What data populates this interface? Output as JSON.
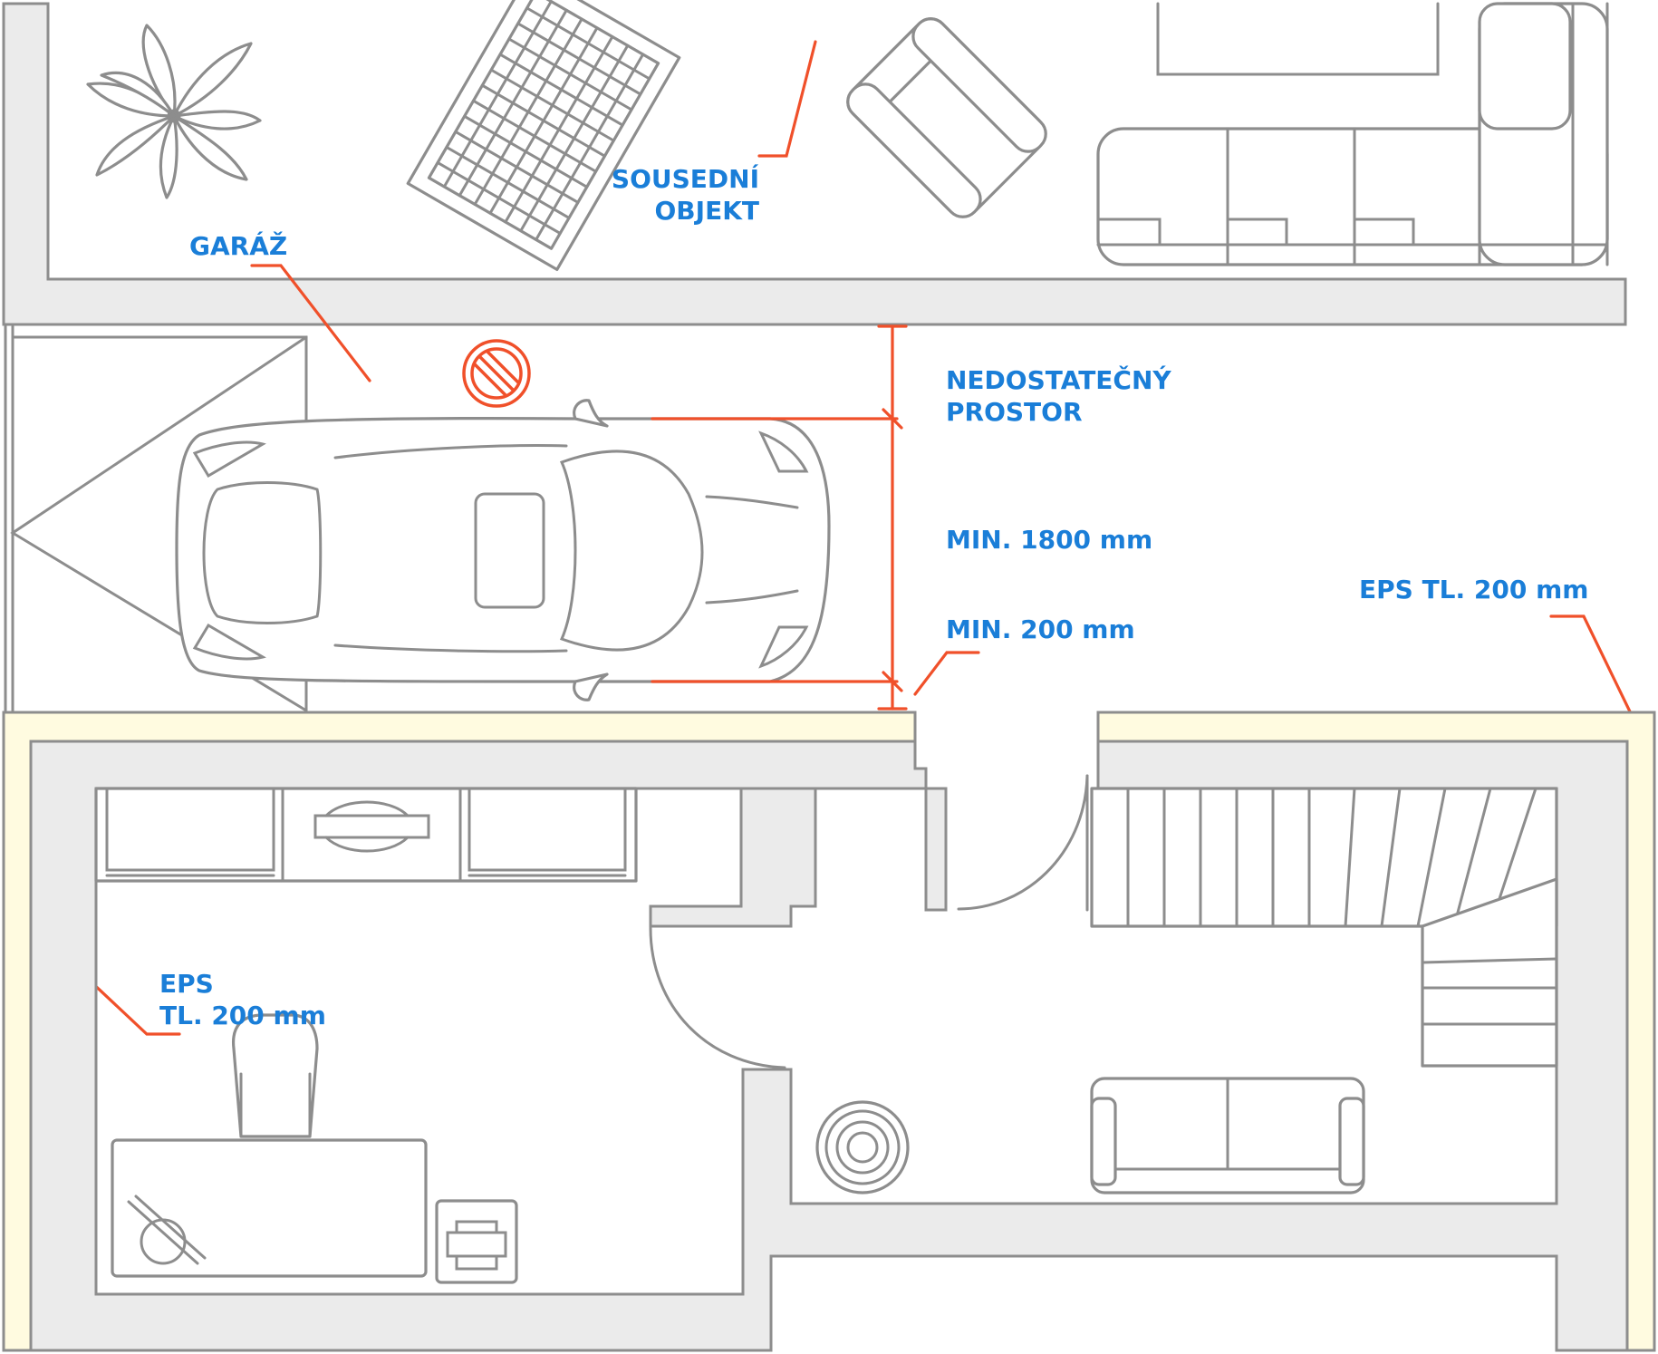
{
  "labels": {
    "garage": "GARÁŽ",
    "neighbour_line1": "SOUSEDNÍ",
    "neighbour_line2": "OBJEKT",
    "insufficient_line1": "NEDOSTATEČNÝ",
    "insufficient_line2": "PROSTOR",
    "min_1800": "MIN. 1800 mm",
    "min_200": "MIN. 200 mm",
    "eps_right": "EPS TL. 200 mm",
    "eps_left_line1": "EPS",
    "eps_left_line2": "TL. 200 mm"
  },
  "colors": {
    "label_blue": "#1a7ed8",
    "dimension_red": "#f0502a",
    "wall_grey": "#ebebeb",
    "outline_grey": "#8d8d8d",
    "insulation_cream": "#fffbe0"
  },
  "icons": {
    "no_entry": "prohibited-sign-icon"
  }
}
